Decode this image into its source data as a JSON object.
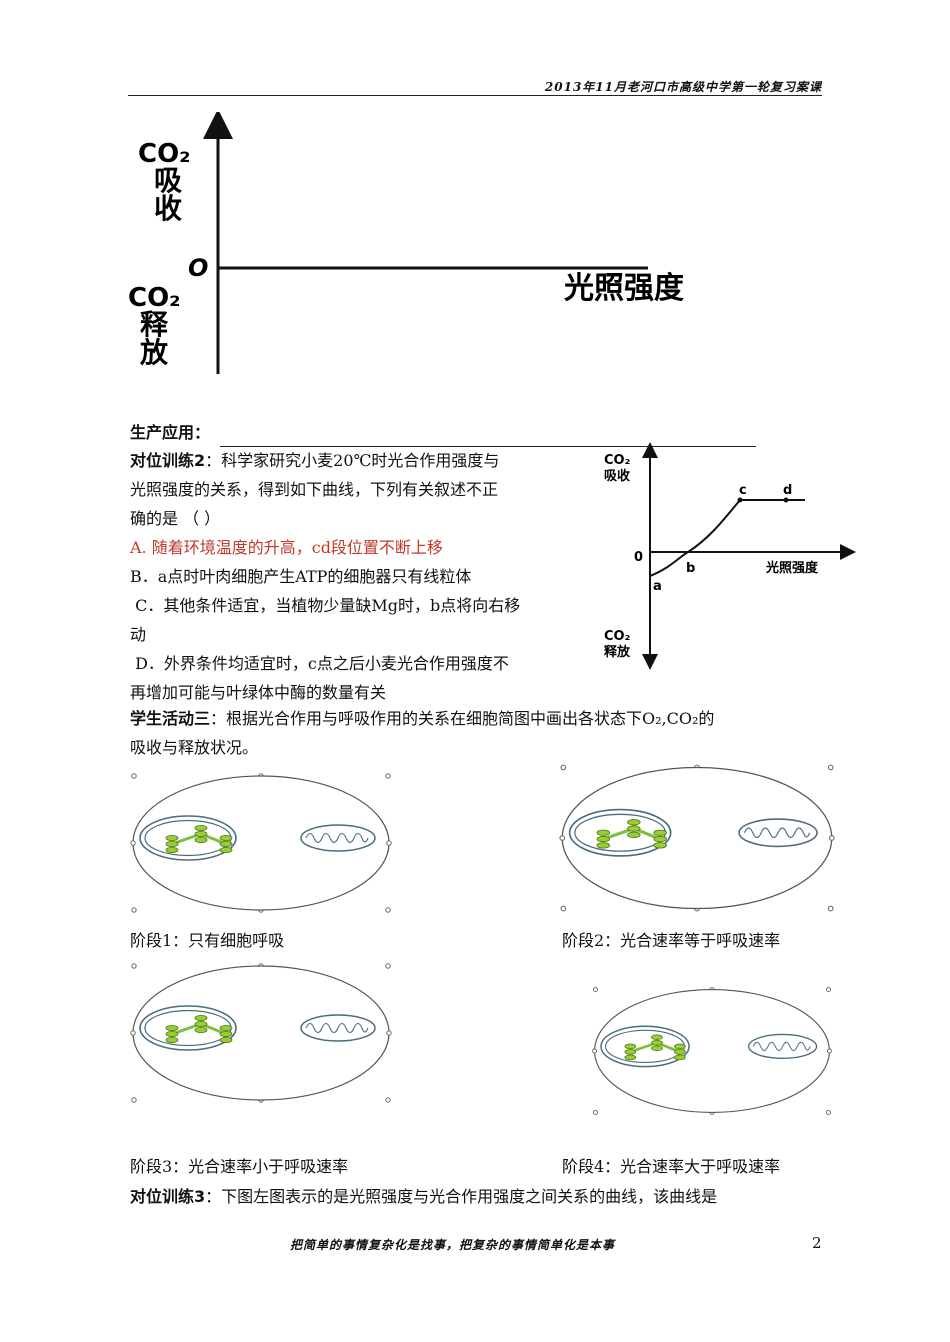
{
  "header": {
    "title": "2013年11月老河口市高级中学第一轮复习案课"
  },
  "graph1": {
    "y_top_label_line1": "CO₂",
    "y_top_label_line2": "吸",
    "y_top_label_line3": "收",
    "origin": "O",
    "x_axis_label": "光照强度",
    "y_bottom_label_line1": "CO₂",
    "y_bottom_label_line2": "释",
    "y_bottom_label_line3": "放"
  },
  "production": {
    "label": "生产应用："
  },
  "training2": {
    "label": "对位训练2",
    "text_line1": "：科学家研究小麦20℃时光合作用强度与",
    "text_line2": "光照强度的关系，得到如下曲线，下列有关叙述不正",
    "text_line3": "确的是  （       ）",
    "option_a": "A. 随着环境温度的升高，cd段位置不断上移",
    "option_b": "B．a点时叶肉细胞产生ATP的细胞器只有线粒体",
    "option_c_line1": " C．其他条件适宜，当植物少量缺Mg时，b点将向右移",
    "option_c_line2": "动",
    "option_d_line1": " D．外界条件均适宜时，c点之后小麦光合作用强度不",
    "option_d_line2": "再增加可能与叶绿体中酶的数量有关"
  },
  "graph2": {
    "y_top_line1": "CO₂",
    "y_top_line2": "吸收",
    "origin": "0",
    "x_axis_label": "光照强度",
    "y_bottom_line1": "CO₂",
    "y_bottom_line2": "释放",
    "point_a": "a",
    "point_b": "b",
    "point_c": "c",
    "point_d": "d"
  },
  "activity3": {
    "label": "学生活动三",
    "text_line1": "：根据光合作用与呼吸作用的关系在细胞简图中画出各状态下O₂,CO₂的",
    "text_line2": "吸收与释放状况。"
  },
  "stages": [
    {
      "label": "阶段1：只有细胞呼吸"
    },
    {
      "label": "阶段2：光合速率等于呼吸速率"
    },
    {
      "label": "阶段3：光合速率小于呼吸速率"
    },
    {
      "label": "阶段4：光合速率大于呼吸速率"
    }
  ],
  "training3": {
    "label": "对位训练3",
    "text": "：下图左图表示的是光照强度与光合作用强度之间关系的曲线，该曲线是"
  },
  "footer": {
    "motto": "把简单的事情复杂化是找事，把复杂的事情简单化是本事",
    "page_number": "2"
  }
}
